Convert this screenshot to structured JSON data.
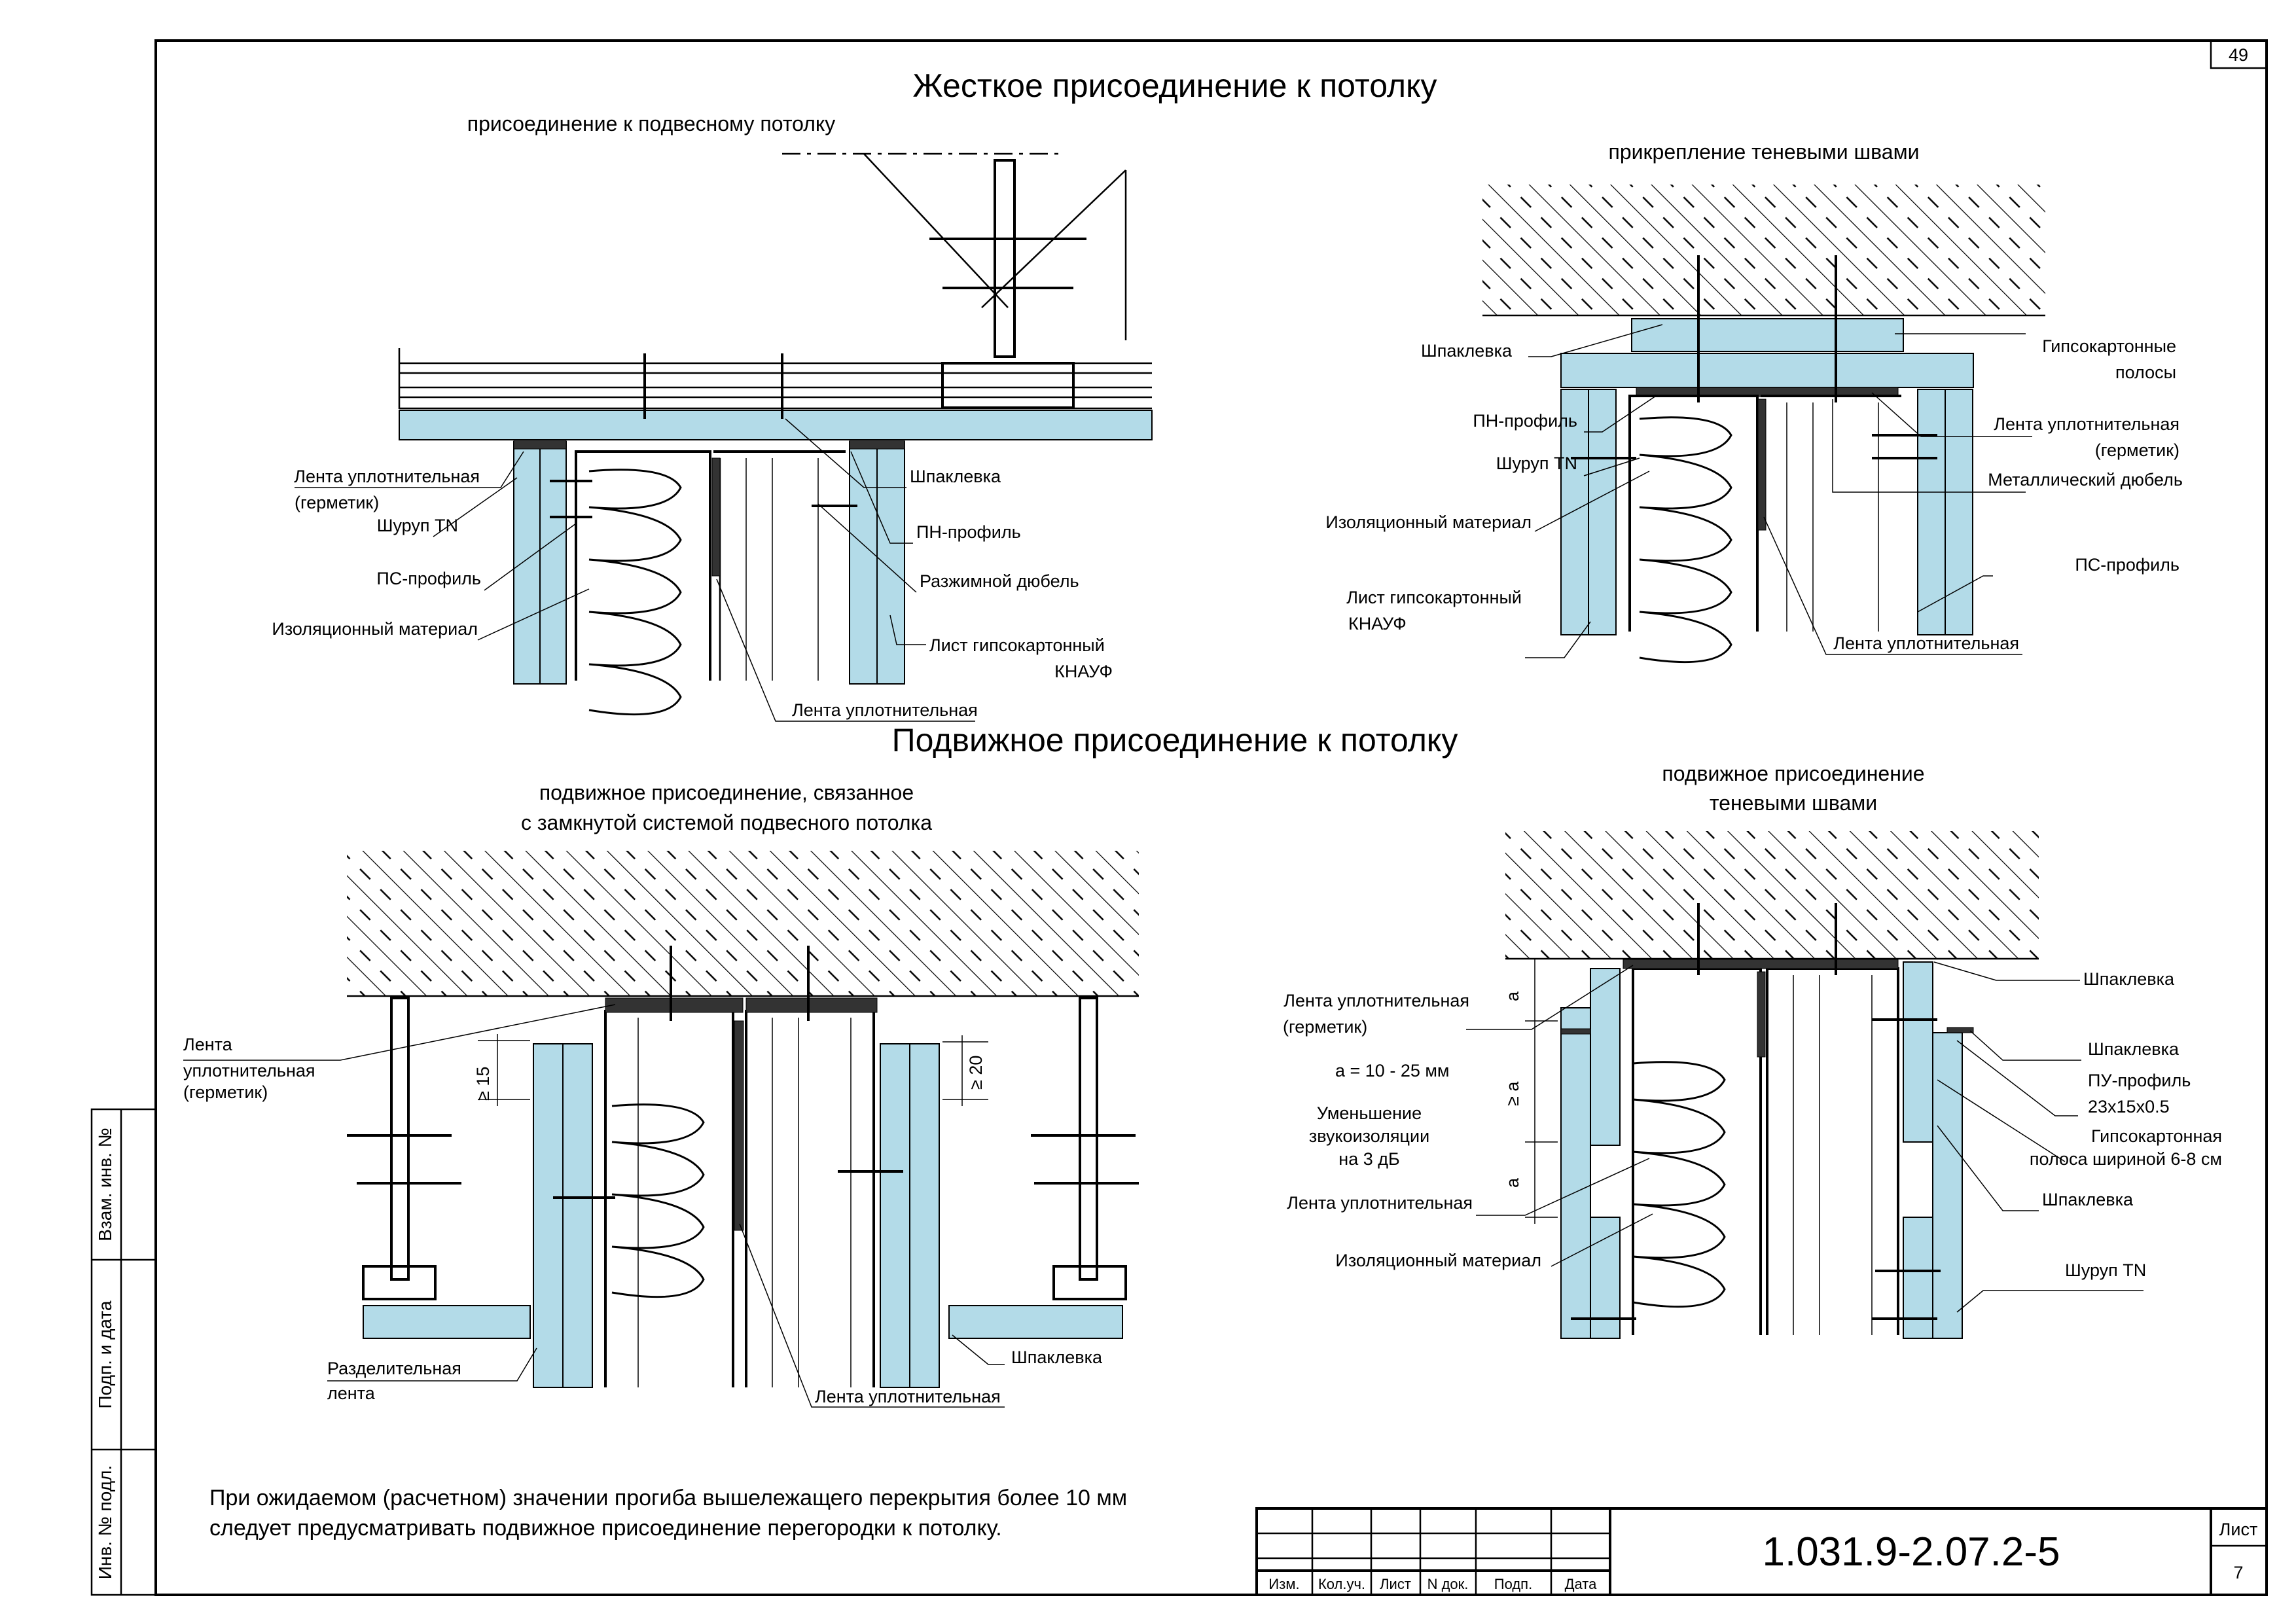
{
  "sheet": {
    "page_number": "49",
    "main_title_rigid": "Жесткое присоединение к потолку",
    "main_title_movable": "Подвижное присоединение к потолку",
    "note_line1": "При ожидаемом (расчетном) значении прогиба вышележащего перекрытия более 10 мм",
    "note_line2": "следует предусматривать подвижное присоединение перегородки к потолку."
  },
  "side_stamp": {
    "vzam_inv": "Взам. инв. №",
    "podp_data": "Подп. и дата",
    "inv_podl": "Инв. № подл."
  },
  "title_block": {
    "doc_code": "1.031.9-2.07.2-5",
    "sheet_label": "Лист",
    "sheet_number": "7",
    "columns": [
      "Изм.",
      "Кол.уч.",
      "Лист",
      "N док.",
      "Подп.",
      "Дата"
    ]
  },
  "detail_tl": {
    "caption": "присоединение к подвесному потолку",
    "labels": {
      "tape_l1": "Лента уплотнительная",
      "tape_l2": "(герметик)",
      "screw": "Шуруп TN",
      "ps_profile": "ПС-профиль",
      "insulation": "Изоляционный материал",
      "putty": "Шпаклевка",
      "pn_profile": "ПН-профиль",
      "dowel": "Разжимной дюбель",
      "gypsum_l1": "Лист гипсокартонный",
      "gypsum_l2": "КНАУФ",
      "tape_bottom": "Лента уплотнительная"
    }
  },
  "detail_tr": {
    "caption": "прикрепление теневыми швами",
    "labels": {
      "putty": "Шпаклевка",
      "pn_profile": "ПН-профиль",
      "screw": "Шуруп TN",
      "insulation": "Изоляционный материал",
      "gypsum_l1": "Лист гипсокартонный",
      "gypsum_l2": "КНАУФ",
      "strips_l1": "Гипсокартонные",
      "strips_l2": "полосы",
      "tape_l1": "Лента уплотнительная",
      "tape_l2": "(герметик)",
      "metal_dowel": "Металлический дюбель",
      "ps_profile": "ПС-профиль",
      "tape_bottom": "Лента уплотнительная"
    }
  },
  "detail_bl": {
    "caption_l1": "подвижное присоединение, связанное",
    "caption_l2": "с замкнутой системой подвесного потолка",
    "labels": {
      "tape_l1": "Лента",
      "tape_l2": "уплотнительная",
      "tape_l3": "(герметик)",
      "dim_15": "≥ 15",
      "dim_20": "≥ 20",
      "sep_l1": "Разделительная",
      "sep_l2": "лента",
      "putty": "Шпаклевка",
      "tape_bottom": "Лента уплотнительная"
    }
  },
  "detail_br": {
    "caption_l1": "подвижное присоединение",
    "caption_l2": "теневыми швами",
    "labels": {
      "tape_l1": "Лента уплотнительная",
      "tape_l2": "(герметик)",
      "a_range": "a = 10 - 25 мм",
      "reduce_l1": "Уменьшение",
      "reduce_l2": "звукоизоляции",
      "reduce_l3": "на 3 дБ",
      "tape_mid": "Лента уплотнительная",
      "insulation": "Изоляционный материал",
      "putty_top": "Шпаклевка",
      "putty_mid": "Шпаклевка",
      "pu_l1": "ПУ-профиль",
      "pu_l2": "23x15x0.5",
      "strip_l1": "Гипсокартонная",
      "strip_l2": "полоса шириной 6-8 см",
      "putty_low": "Шпаклевка",
      "screw": "Шуруп TN",
      "dim_a1": "a",
      "dim_a2": "≥ a",
      "dim_a3": "a"
    }
  }
}
